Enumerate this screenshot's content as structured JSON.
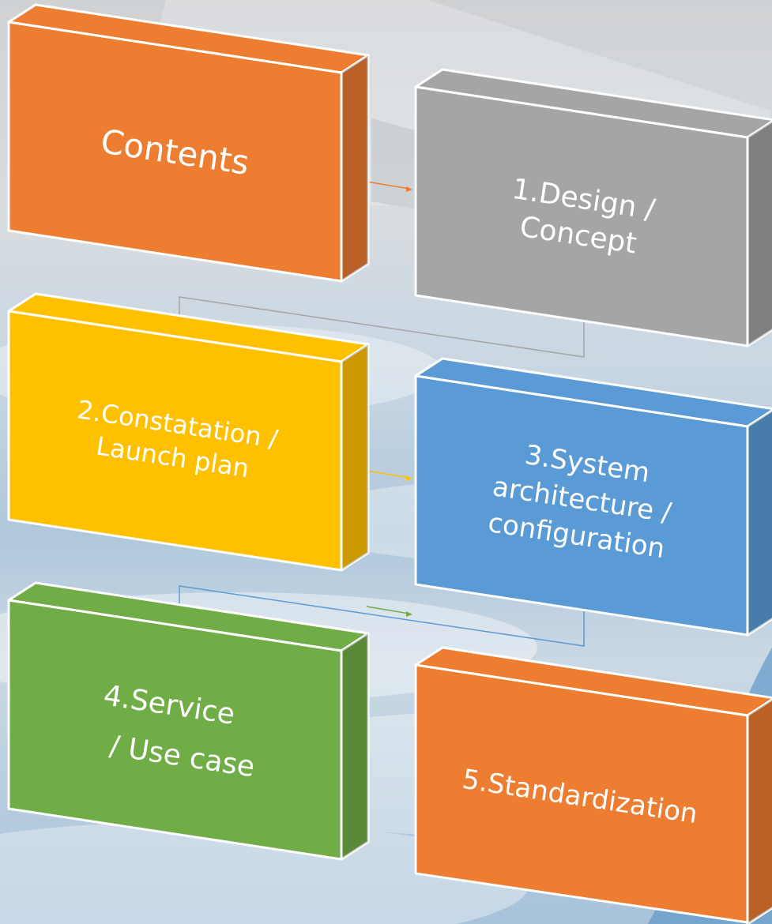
{
  "colors": {
    "contents": "#ED7D31",
    "design": "#A5A5A5",
    "launch": "#FFC000",
    "system": "#5B9BD5",
    "service": "#70AD47",
    "standard": "#ED7D31"
  },
  "boxes": {
    "contents": {
      "label": "Contents"
    },
    "design": {
      "line1": "1.Design /",
      "line2": "Concept"
    },
    "launch": {
      "line1": "2.Constatation /",
      "line2": "Launch plan"
    },
    "system": {
      "line1": "3.System",
      "line2": "architecture /",
      "line3": "configuration"
    },
    "service": {
      "line1": "4.Service",
      "line2": "/ Use case"
    },
    "standard": {
      "label": "5.Standardization"
    }
  }
}
